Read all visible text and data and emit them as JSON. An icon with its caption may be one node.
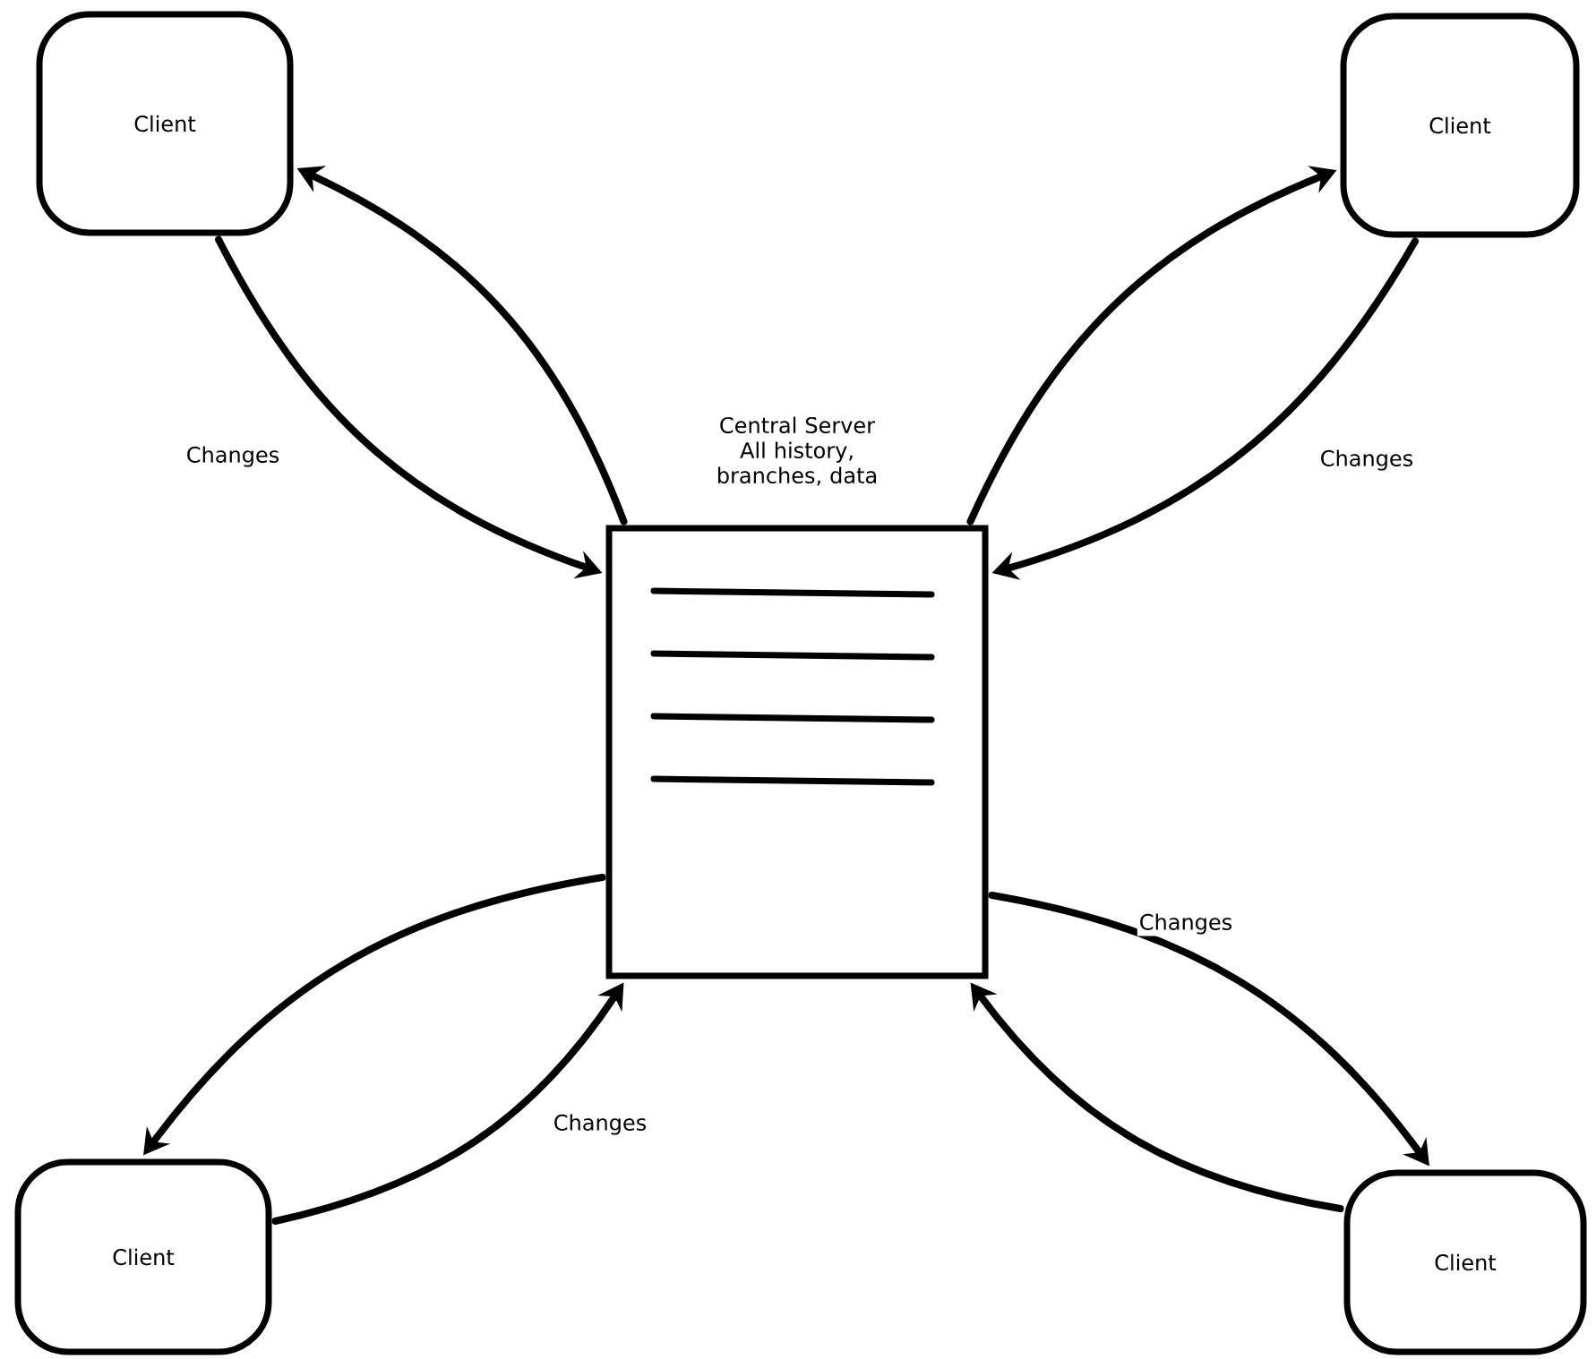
{
  "diagram": {
    "nodes": [
      {
        "text": [
          "Client"
        ]
      },
      {
        "text": [
          "Client"
        ]
      },
      {
        "text": [
          "Central Server All history, branches, data"
        ]
      },
      {
        "text": [
          "Client"
        ]
      },
      {
        "text": [
          "Client"
        ]
      }
    ],
    "edges": [
      {
        "from": 2,
        "to": 0,
        "arrow": "to"
      },
      {
        "from": 0,
        "to": 2,
        "arrow": "to",
        "label": "Changes"
      },
      {
        "from": 2,
        "to": 1,
        "arrow": "to"
      },
      {
        "from": 1,
        "to": 2,
        "arrow": "to",
        "label": "Changes"
      },
      {
        "from": 2,
        "to": 4,
        "arrow": "to",
        "label": "Changes"
      },
      {
        "from": 4,
        "to": 2,
        "arrow": "to"
      },
      {
        "from": 2,
        "to": 3,
        "arrow": "to"
      },
      {
        "from": 3,
        "to": 2,
        "arrow": "to",
        "label": "Changes"
      }
    ]
  }
}
